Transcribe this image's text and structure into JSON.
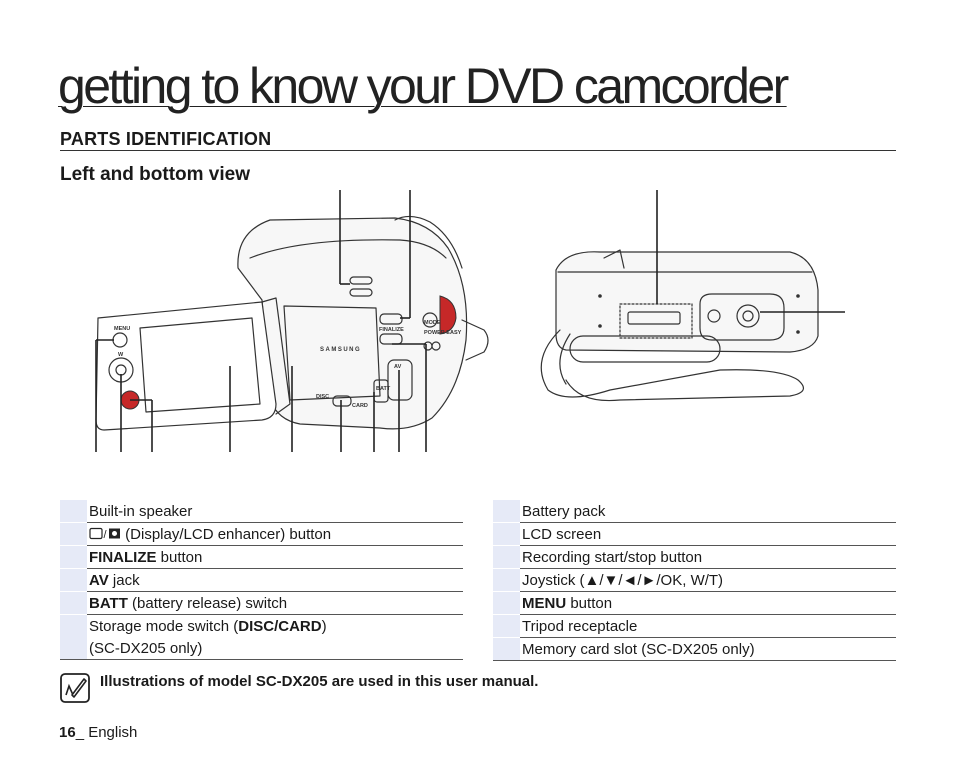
{
  "header": {
    "title": "getting to know your DVD camcorder"
  },
  "section": {
    "title": "PARTS IDENTIFICATION",
    "subtitle": "Left and bottom view"
  },
  "figure": {
    "labels": {
      "menu": "MENU",
      "w": "W",
      "finalize": "FINALIZE",
      "mode": "MODE",
      "power_easy": "POWER EASY",
      "av": "AV",
      "batt": "BATT",
      "disc": "DISC",
      "card": "CARD",
      "brand": "SAMSUNG"
    }
  },
  "table_left": [
    {
      "bold": "",
      "text": "Built-in speaker"
    },
    {
      "bold": "",
      "text": "(Display/LCD enhancer) button",
      "icons": true
    },
    {
      "bold": "FINALIZE",
      "text": " button"
    },
    {
      "bold": "AV",
      "text": " jack"
    },
    {
      "bold": "BATT",
      "text": " (battery release) switch"
    },
    {
      "prefix": "Storage mode switch (",
      "bold": "DISC/CARD",
      "suffix": ")",
      "line2": "(SC-DX205 only)"
    }
  ],
  "table_right": [
    {
      "bold": "",
      "text": "Battery pack"
    },
    {
      "bold": "",
      "text": "LCD screen"
    },
    {
      "bold": "",
      "text": "Recording start/stop button"
    },
    {
      "bold": "",
      "text": "Joystick (▲/▼/◄/►/OK, W/T)"
    },
    {
      "bold": "MENU",
      "text": " button"
    },
    {
      "bold": "",
      "text": "Tripod receptacle"
    },
    {
      "bold": "",
      "text": "Memory card slot (SC-DX205 only)"
    }
  ],
  "note": {
    "text": "Illustrations of model SC-DX205 are used in this user manual.",
    "icon": "note-pencil-icon"
  },
  "footer": {
    "page": "16",
    "sep": "_ ",
    "lang": "English"
  },
  "colors": {
    "record_button": "#c62828",
    "table_number_bg": "#e6eaf7"
  }
}
